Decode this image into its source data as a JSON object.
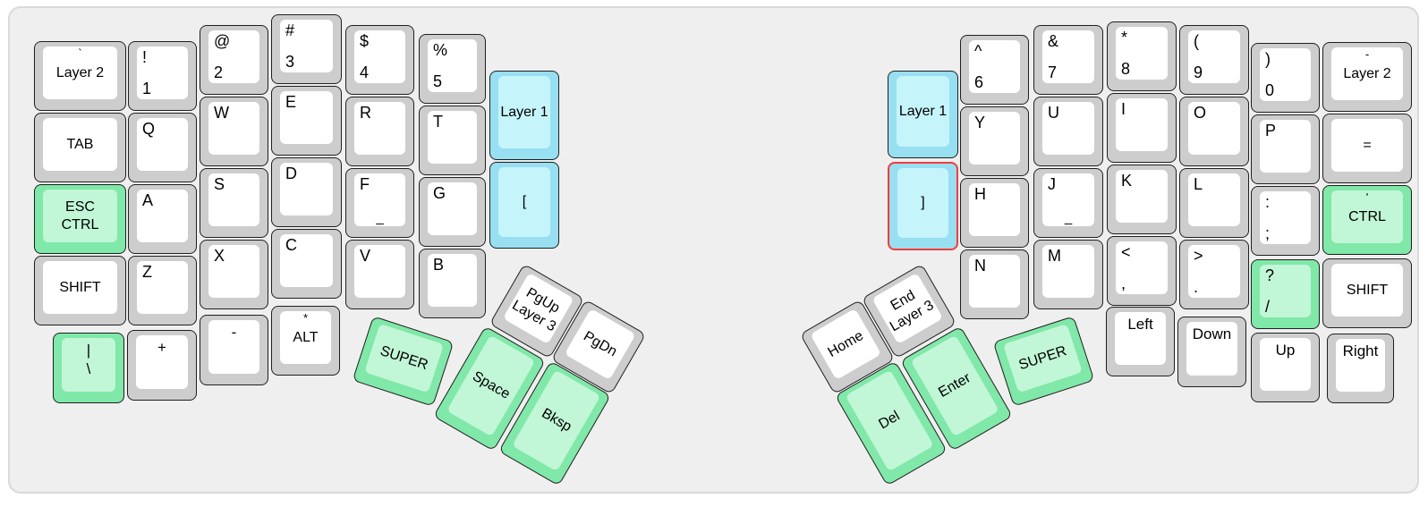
{
  "panel": {
    "bg": "#efefef",
    "border": "#d9d9d9"
  },
  "colors": {
    "key_border": "#1f1f1f",
    "gray_outer": "#cdcdcd",
    "gray_top": "#ffffff",
    "green_outer": "#80e8a8",
    "green_top": "#c1f6d7",
    "cyan_outer": "#97dff1",
    "cyan_top": "#c6f4fb",
    "highlight_border": "#f23d3d"
  },
  "keys": [
    {
      "name": "layer2-left",
      "style": "w",
      "legend": "`",
      "lines": [
        "Layer 2"
      ]
    },
    {
      "name": "exclam-1",
      "style": "w",
      "tl": "!",
      "bl": "1"
    },
    {
      "name": "at-2",
      "style": "w",
      "tl": "@",
      "bl": "2"
    },
    {
      "name": "hash-3",
      "style": "w",
      "tl": "#",
      "bl": "3"
    },
    {
      "name": "dollar-4",
      "style": "w",
      "tl": "$",
      "bl": "4"
    },
    {
      "name": "percent-5",
      "style": "w",
      "tl": "%",
      "bl": "5"
    },
    {
      "name": "layer1-left",
      "style": "c",
      "lines": [
        "Layer 1"
      ]
    },
    {
      "name": "tab",
      "style": "w",
      "lines": [
        "TAB"
      ]
    },
    {
      "name": "q",
      "style": "w",
      "tl": "Q"
    },
    {
      "name": "w",
      "style": "w",
      "tl": "W"
    },
    {
      "name": "e",
      "style": "w",
      "tl": "E"
    },
    {
      "name": "r",
      "style": "w",
      "tl": "R"
    },
    {
      "name": "t",
      "style": "w",
      "tl": "T"
    },
    {
      "name": "left-bracket",
      "style": "c",
      "lines": [
        "["
      ]
    },
    {
      "name": "esc-ctrl",
      "style": "g",
      "lines": [
        "ESC",
        "CTRL"
      ]
    },
    {
      "name": "a",
      "style": "w",
      "tl": "A"
    },
    {
      "name": "s",
      "style": "w",
      "tl": "S"
    },
    {
      "name": "d",
      "style": "w",
      "tl": "D"
    },
    {
      "name": "f",
      "style": "w",
      "tl": "F",
      "homing": "_"
    },
    {
      "name": "g",
      "style": "w",
      "tl": "G"
    },
    {
      "name": "shift-left",
      "style": "w",
      "lines": [
        "SHIFT"
      ]
    },
    {
      "name": "z",
      "style": "w",
      "tl": "Z"
    },
    {
      "name": "x",
      "style": "w",
      "tl": "X"
    },
    {
      "name": "c",
      "style": "w",
      "tl": "C"
    },
    {
      "name": "v",
      "style": "w",
      "tl": "V"
    },
    {
      "name": "b",
      "style": "w",
      "tl": "B"
    },
    {
      "name": "pipe-backslash",
      "style": "g",
      "top": true,
      "lines": [
        "|",
        "\\"
      ]
    },
    {
      "name": "plus",
      "style": "w",
      "top": true,
      "lines": [
        "+"
      ]
    },
    {
      "name": "minus-left",
      "style": "w",
      "top": true,
      "lines": [
        "-"
      ]
    },
    {
      "name": "asterisk-alt",
      "style": "w",
      "legend": "*",
      "lines": [
        "ALT"
      ]
    },
    {
      "name": "super-left",
      "style": "g",
      "lines": [
        "SUPER"
      ]
    },
    {
      "name": "pgup-layer3",
      "style": "w",
      "lines": [
        "PgUp",
        "Layer 3"
      ]
    },
    {
      "name": "pgdn",
      "style": "w",
      "lines": [
        "PgDn"
      ]
    },
    {
      "name": "space",
      "style": "g",
      "lines": [
        "Space"
      ]
    },
    {
      "name": "bksp",
      "style": "g",
      "lines": [
        "Bksp"
      ]
    },
    {
      "name": "layer1-right",
      "style": "c",
      "lines": [
        "Layer 1"
      ]
    },
    {
      "name": "caret-6",
      "style": "w",
      "tl": "^",
      "bl": "6"
    },
    {
      "name": "amp-7",
      "style": "w",
      "tl": "&",
      "bl": "7"
    },
    {
      "name": "asterisk-8",
      "style": "w",
      "tl": "*",
      "bl": "8"
    },
    {
      "name": "lparen-9",
      "style": "w",
      "tl": "(",
      "bl": "9"
    },
    {
      "name": "rparen-0",
      "style": "w",
      "tl": ")",
      "bl": "0"
    },
    {
      "name": "minus-layer2",
      "style": "w",
      "legend": "-",
      "lines": [
        "Layer 2"
      ]
    },
    {
      "name": "right-bracket",
      "style": "cr",
      "lines": [
        "]"
      ]
    },
    {
      "name": "y",
      "style": "w",
      "tl": "Y"
    },
    {
      "name": "u",
      "style": "w",
      "tl": "U"
    },
    {
      "name": "i",
      "style": "w",
      "tl": "I"
    },
    {
      "name": "o",
      "style": "w",
      "tl": "O"
    },
    {
      "name": "p",
      "style": "w",
      "tl": "P"
    },
    {
      "name": "equals",
      "style": "w",
      "lines": [
        "="
      ]
    },
    {
      "name": "h",
      "style": "w",
      "tl": "H"
    },
    {
      "name": "j",
      "style": "w",
      "tl": "J",
      "homing": "_"
    },
    {
      "name": "k",
      "style": "w",
      "tl": "K"
    },
    {
      "name": "l",
      "style": "w",
      "tl": "L"
    },
    {
      "name": "colon-semicolon",
      "style": "w",
      "tl": ":",
      "bl": ";"
    },
    {
      "name": "quote-ctrl",
      "style": "g",
      "legend": "'",
      "lines": [
        "CTRL"
      ]
    },
    {
      "name": "n",
      "style": "w",
      "tl": "N"
    },
    {
      "name": "m",
      "style": "w",
      "tl": "M"
    },
    {
      "name": "lt-comma",
      "style": "w",
      "tl": "<",
      "bl": ","
    },
    {
      "name": "gt-period",
      "style": "w",
      "tl": ">",
      "bl": "."
    },
    {
      "name": "question-slash",
      "style": "g",
      "tl": "?",
      "bl": "/"
    },
    {
      "name": "shift-right",
      "style": "w",
      "lines": [
        "SHIFT"
      ]
    },
    {
      "name": "arrow-left",
      "style": "w",
      "top": true,
      "lines": [
        "Left"
      ]
    },
    {
      "name": "arrow-down",
      "style": "w",
      "top": true,
      "lines": [
        "Down"
      ]
    },
    {
      "name": "arrow-up",
      "style": "w",
      "top": true,
      "lines": [
        "Up"
      ]
    },
    {
      "name": "arrow-right",
      "style": "w",
      "top": true,
      "lines": [
        "Right"
      ]
    },
    {
      "name": "home",
      "style": "w",
      "lines": [
        "Home"
      ]
    },
    {
      "name": "end-layer3",
      "style": "w",
      "lines": [
        "End",
        "Layer 3"
      ]
    },
    {
      "name": "del",
      "style": "g",
      "lines": [
        "Del"
      ]
    },
    {
      "name": "enter",
      "style": "g",
      "lines": [
        "Enter"
      ]
    },
    {
      "name": "super-right",
      "style": "g",
      "lines": [
        "SUPER"
      ]
    }
  ]
}
